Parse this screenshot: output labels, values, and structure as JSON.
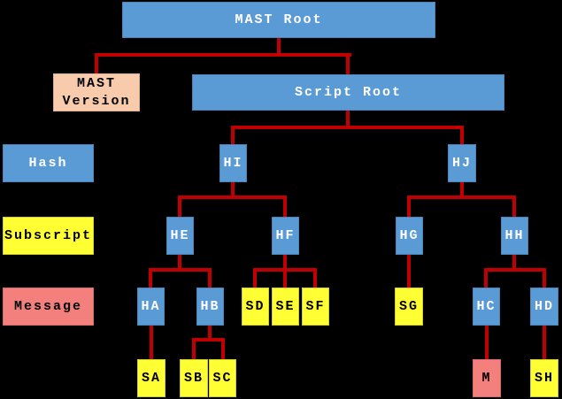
{
  "colors": {
    "background": "#000000",
    "hash_node_blue": "#5B9BD5",
    "subscript_node_yellow": "#FFFF33",
    "message_node_pink": "#F4807E",
    "version_node_peach": "#F8CBAD",
    "connector_red": "#C00000",
    "text_on_blue": "#ffffff",
    "text_on_light": "#000000"
  },
  "labels": {
    "mast_root": "MAST Root",
    "mast_version_line1": "MAST",
    "mast_version_line2": "Version",
    "script_root": "Script Root",
    "legend_hash": "Hash",
    "legend_subscript": "Subscript",
    "legend_message": "Message",
    "hi": "HI",
    "hj": "HJ",
    "he": "HE",
    "hf": "HF",
    "hg": "HG",
    "hh": "HH",
    "ha": "HA",
    "hb": "HB",
    "sd": "SD",
    "se": "SE",
    "sf": "SF",
    "sg": "SG",
    "hc": "HC",
    "hd": "HD",
    "sa": "SA",
    "sb": "SB",
    "sc": "SC",
    "m": "M",
    "sh": "SH"
  },
  "tree": {
    "MAST Root": [
      "MAST Version",
      "Script Root"
    ],
    "Script Root": [
      "HI",
      "HJ"
    ],
    "HI": [
      "HE",
      "HF"
    ],
    "HJ": [
      "HG",
      "HH"
    ],
    "HE": [
      "HA",
      "HB"
    ],
    "HF": [
      "SD",
      "SE",
      "SF"
    ],
    "HG": [
      "SG"
    ],
    "HH": [
      "HC",
      "HD"
    ],
    "HA": [
      "SA"
    ],
    "HB": [
      "SB",
      "SC"
    ],
    "HC": [
      "M"
    ],
    "HD": [
      "SH"
    ]
  },
  "legend_rows": [
    {
      "label": "Hash",
      "style": "blue"
    },
    {
      "label": "Subscript",
      "style": "yellow"
    },
    {
      "label": "Message",
      "style": "pink"
    }
  ]
}
